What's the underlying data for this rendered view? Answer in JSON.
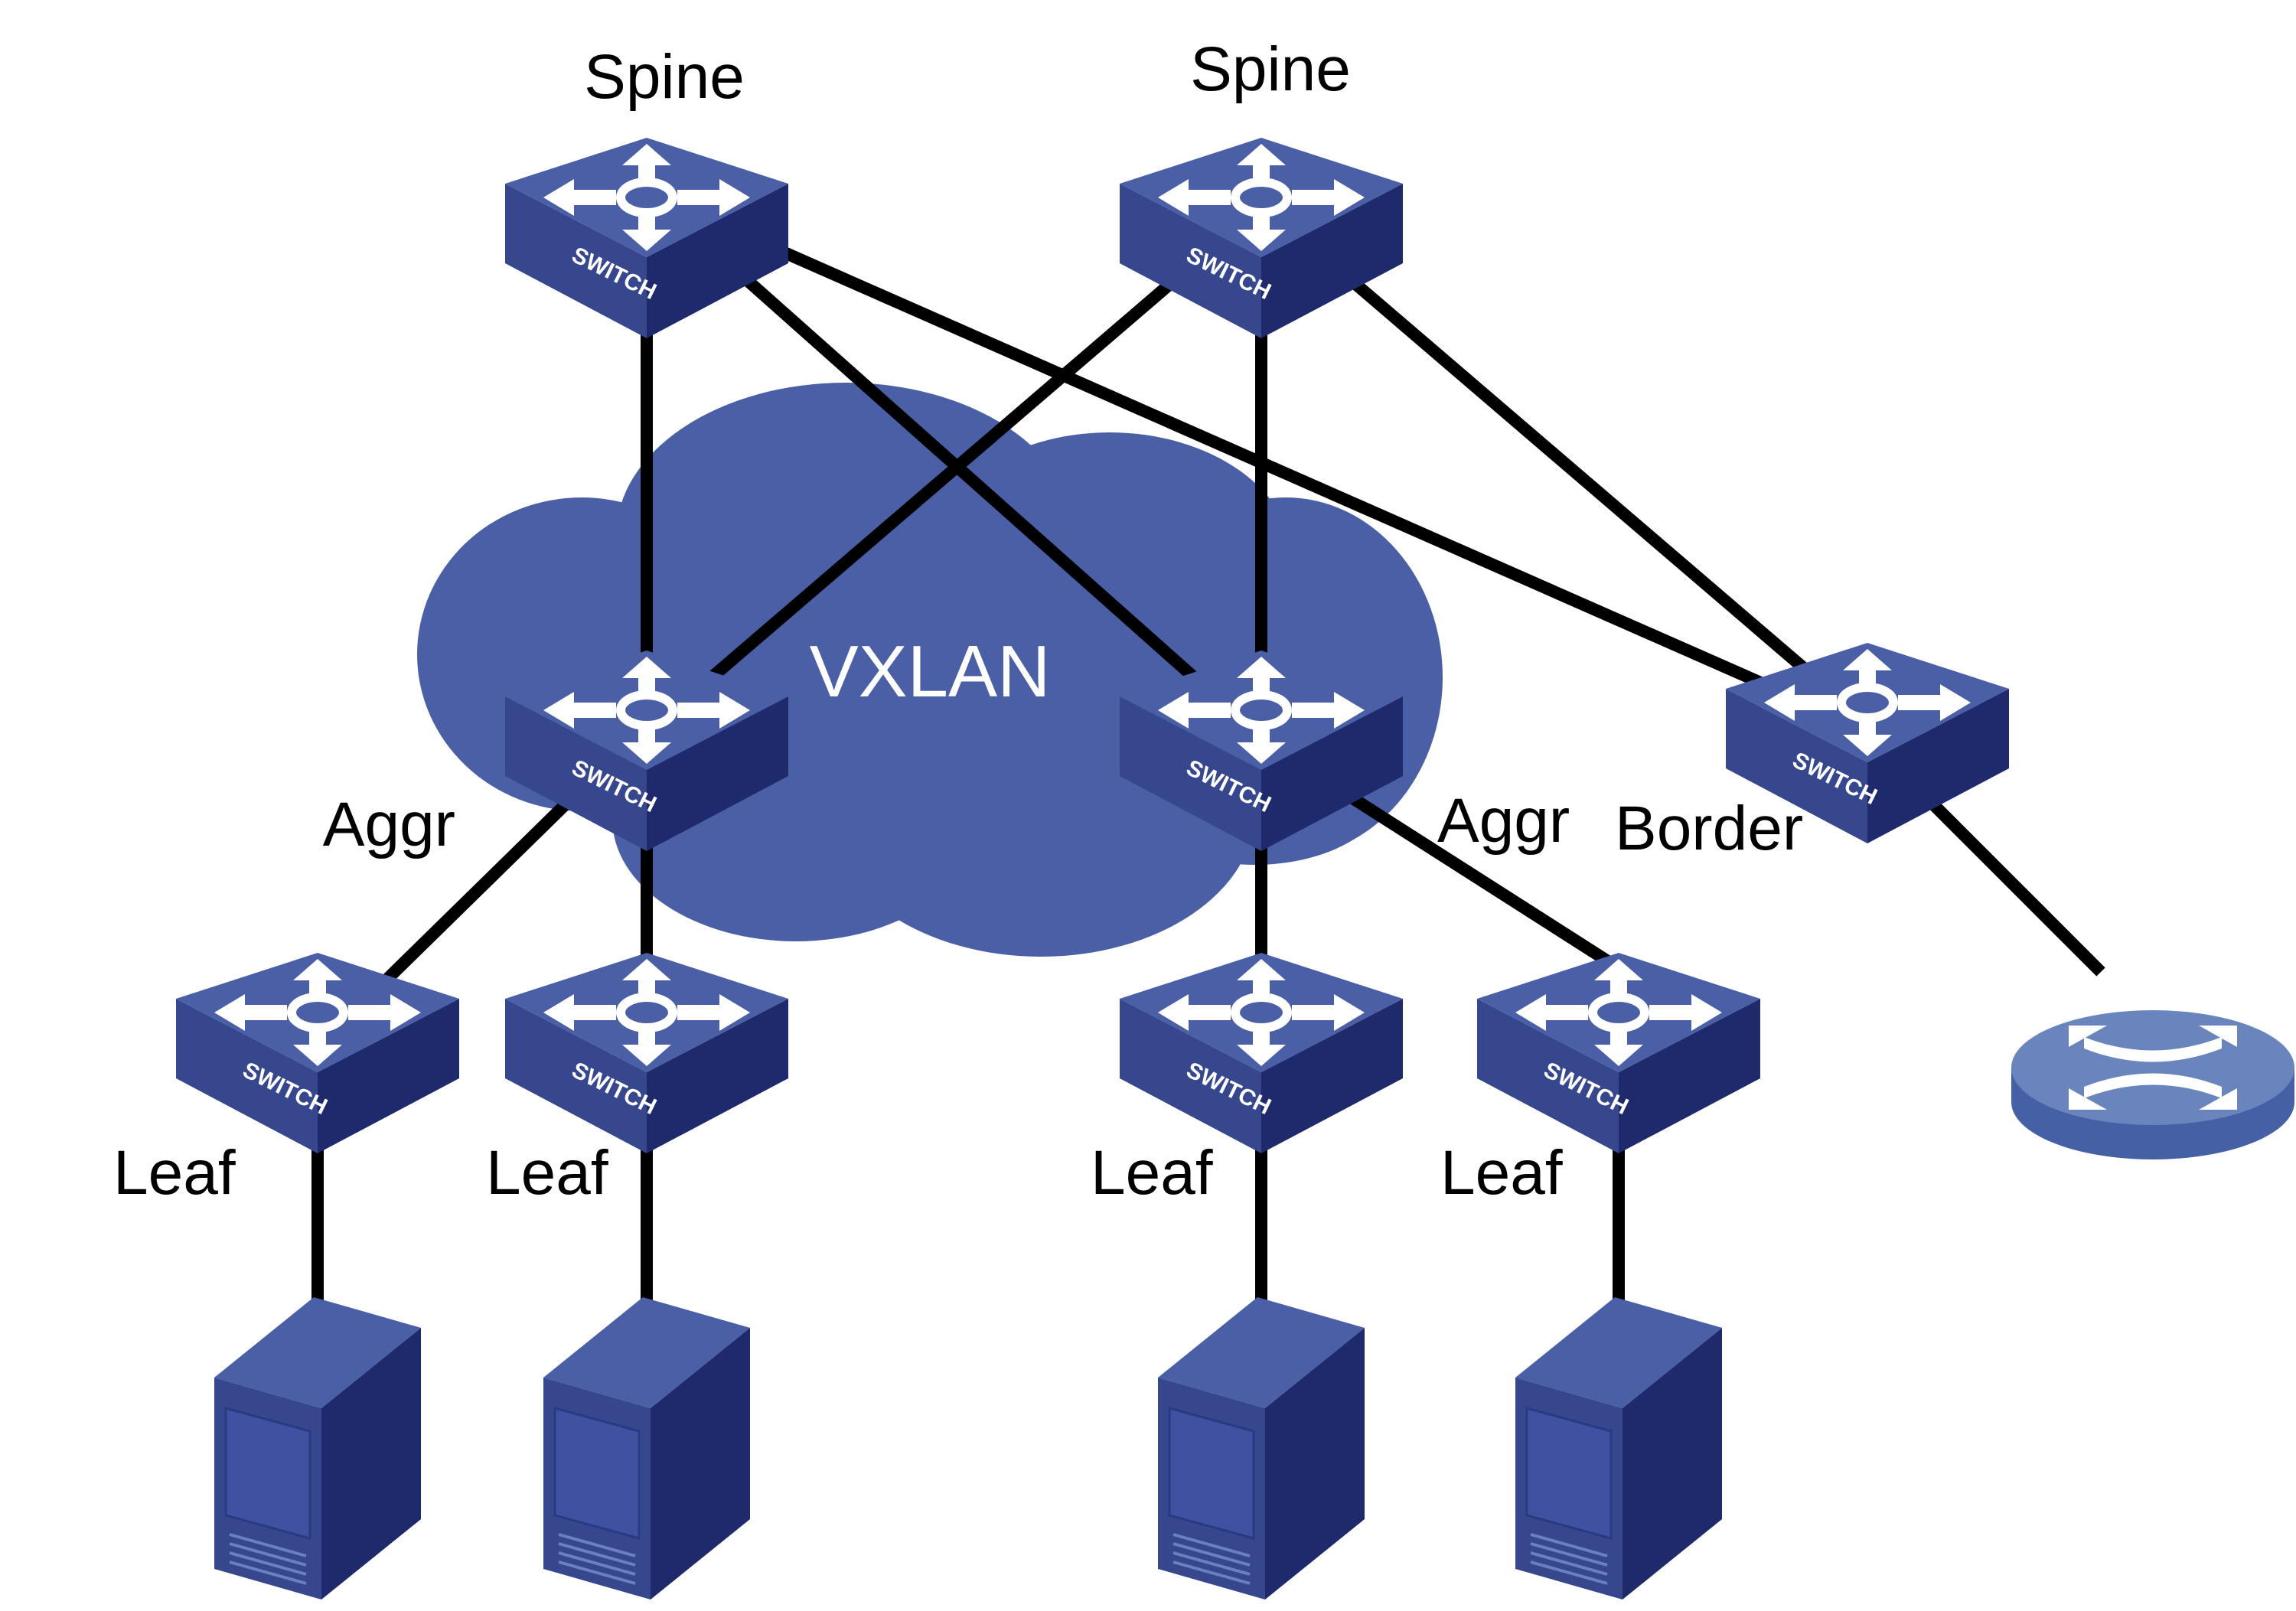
{
  "cloud": {
    "label": "VXLAN"
  },
  "switch_text": "SWITCH",
  "nodes": [
    {
      "id": "spine-1",
      "kind": "switch",
      "label": "Spine"
    },
    {
      "id": "spine-2",
      "kind": "switch",
      "label": "Spine"
    },
    {
      "id": "aggr-1",
      "kind": "switch",
      "label": "Aggr"
    },
    {
      "id": "aggr-2",
      "kind": "switch",
      "label": "Aggr"
    },
    {
      "id": "border",
      "kind": "switch",
      "label": "Border"
    },
    {
      "id": "leaf-1",
      "kind": "switch",
      "label": "Leaf"
    },
    {
      "id": "leaf-2",
      "kind": "switch",
      "label": "Leaf"
    },
    {
      "id": "leaf-3",
      "kind": "switch",
      "label": "Leaf"
    },
    {
      "id": "leaf-4",
      "kind": "switch",
      "label": "Leaf"
    },
    {
      "id": "router",
      "kind": "router"
    },
    {
      "id": "server-1",
      "kind": "server"
    },
    {
      "id": "server-2",
      "kind": "server"
    },
    {
      "id": "server-3",
      "kind": "server"
    },
    {
      "id": "server-4",
      "kind": "server"
    }
  ],
  "links": [
    [
      "spine-1",
      "aggr-1"
    ],
    [
      "spine-1",
      "aggr-2"
    ],
    [
      "spine-1",
      "border"
    ],
    [
      "spine-2",
      "aggr-1"
    ],
    [
      "spine-2",
      "aggr-2"
    ],
    [
      "spine-2",
      "border"
    ],
    [
      "aggr-1",
      "leaf-1"
    ],
    [
      "aggr-1",
      "leaf-2"
    ],
    [
      "aggr-2",
      "leaf-3"
    ],
    [
      "aggr-2",
      "leaf-4"
    ],
    [
      "border",
      "router"
    ],
    [
      "leaf-1",
      "server-1"
    ],
    [
      "leaf-2",
      "server-2"
    ],
    [
      "leaf-3",
      "server-3"
    ],
    [
      "leaf-4",
      "server-4"
    ]
  ],
  "colors": {
    "switch_top": "#4B5FA6",
    "switch_left": "#36478D",
    "switch_right": "#1F2A6D",
    "cloud": "#4B5FA6",
    "link": "#000000",
    "router_top": "#6A84BE",
    "router_side": "#4560A4",
    "server_front": "#1F2A6D",
    "server_side": "#36478D",
    "server_top": "#4B5FA6"
  }
}
